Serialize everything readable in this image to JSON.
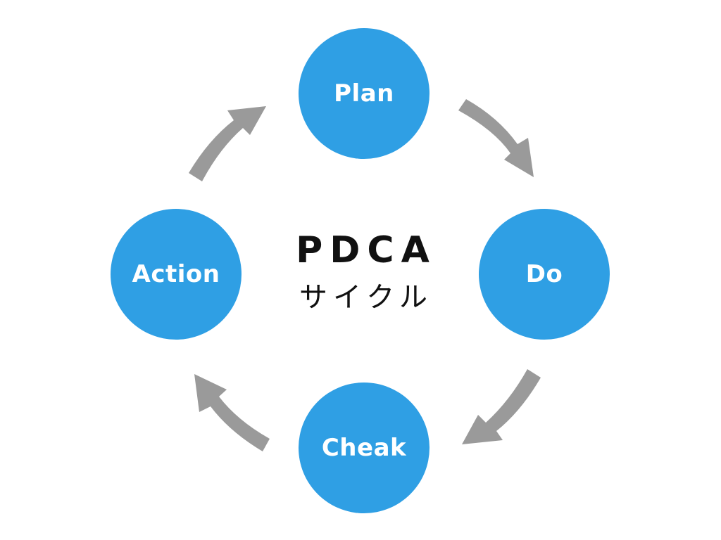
{
  "diagram": {
    "title": "PDCA",
    "subtitle": "サイクル",
    "colors": {
      "circle": "#2f9fe4",
      "arrow": "#9a9a9a",
      "text_on_circle": "#ffffff",
      "center_text": "#111111",
      "background": "#ffffff"
    },
    "nodes": [
      {
        "id": "plan",
        "label": "Plan",
        "position": "top"
      },
      {
        "id": "do",
        "label": "Do",
        "position": "right"
      },
      {
        "id": "check",
        "label": "Cheak",
        "position": "bottom"
      },
      {
        "id": "action",
        "label": "Action",
        "position": "left"
      }
    ],
    "edges": [
      {
        "from": "plan",
        "to": "do",
        "icon": "curved-arrow-icon"
      },
      {
        "from": "do",
        "to": "check",
        "icon": "curved-arrow-icon"
      },
      {
        "from": "check",
        "to": "action",
        "icon": "curved-arrow-icon"
      },
      {
        "from": "action",
        "to": "plan",
        "icon": "curved-arrow-icon"
      }
    ]
  }
}
